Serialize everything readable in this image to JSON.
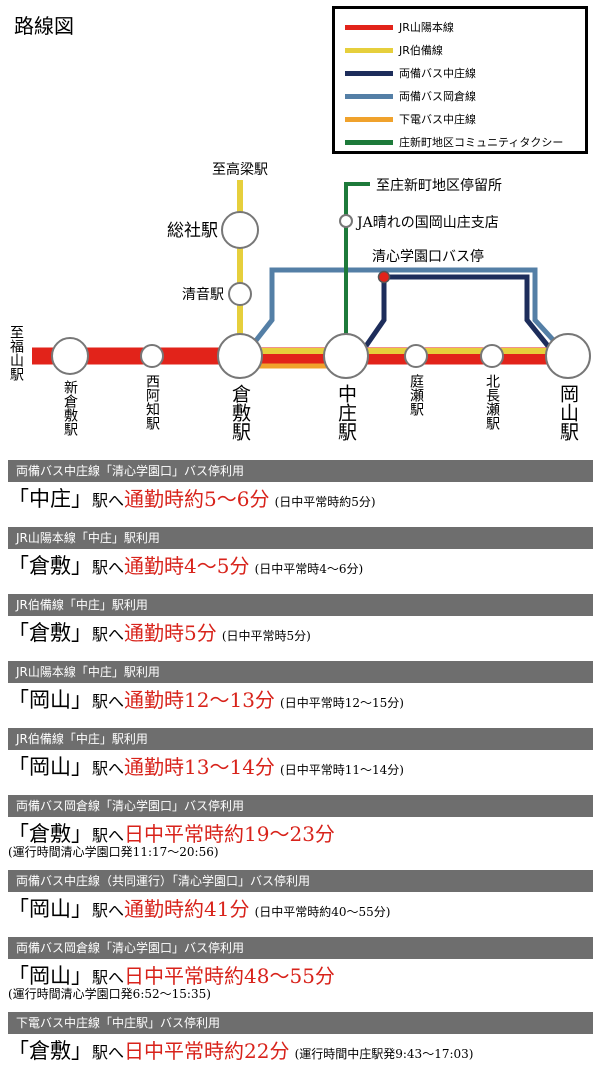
{
  "page_title": "路線図",
  "legend": [
    {
      "label": "JR山陽本線",
      "color": "#e2231a"
    },
    {
      "label": "JR伯備線",
      "color": "#e6cf3c"
    },
    {
      "label": "両備バス中庄線",
      "color": "#1d2d5b"
    },
    {
      "label": "両備バス岡倉線",
      "color": "#547fa6"
    },
    {
      "label": "下電バス中庄線",
      "color": "#f0a22c"
    },
    {
      "label": "庄新町地区コミュニティタクシー",
      "color": "#1d7a3a"
    }
  ],
  "map": {
    "edge_left": "至福山駅",
    "dir_takahashi": "至高梁駅",
    "dir_community": "至庄新町地区停留所",
    "ja_stop": "JA晴れの国岡山庄支店",
    "seishin_stop": "清心学園口バス停",
    "stations": {
      "shinkurashiki": "新倉敷駅",
      "nishiachi": "西阿知駅",
      "kurashiki": "倉敷駅",
      "nakasho": "中庄駅",
      "niwase": "庭瀬駅",
      "kitanagase": "北長瀬駅",
      "okayama": "岡山駅",
      "soja": "総社駅",
      "kiyone": "清音駅"
    }
  },
  "routes": [
    {
      "header": "両備バス中庄線「清心学園口」バス停利用",
      "station": "「中庄」",
      "to": "駅へ",
      "time": "通勤時約5〜6分",
      "note": "(日中平常時約5分)",
      "sub": ""
    },
    {
      "header": "JR山陽本線「中庄」駅利用",
      "station": "「倉敷」",
      "to": "駅へ",
      "time": "通勤時4〜5分",
      "note": "(日中平常時4〜6分)",
      "sub": ""
    },
    {
      "header": "JR伯備線「中庄」駅利用",
      "station": "「倉敷」",
      "to": "駅へ",
      "time": "通勤時5分",
      "note": "(日中平常時5分)",
      "sub": ""
    },
    {
      "header": "JR山陽本線「中庄」駅利用",
      "station": "「岡山」",
      "to": "駅へ",
      "time": "通勤時12〜13分",
      "note": "(日中平常時12〜15分)",
      "sub": ""
    },
    {
      "header": "JR伯備線「中庄」駅利用",
      "station": "「岡山」",
      "to": "駅へ",
      "time": "通勤時13〜14分",
      "note": "(日中平常時11〜14分)",
      "sub": ""
    },
    {
      "header": "両備バス岡倉線「清心学園口」バス停利用",
      "station": "「倉敷」",
      "to": "駅へ",
      "time": "日中平常時約19〜23分",
      "note": "",
      "sub": "(運行時間清心学園口発11:17〜20:56)"
    },
    {
      "header": "両備バス中庄線（共同運行）「清心学園口」バス停利用",
      "station": "「岡山」",
      "to": "駅へ",
      "time": "通勤時約41分",
      "note": "(日中平常時約40〜55分)",
      "sub": ""
    },
    {
      "header": "両備バス岡倉線「清心学園口」バス停利用",
      "station": "「岡山」",
      "to": "駅へ",
      "time": "日中平常時約48〜55分",
      "note": "",
      "sub": "(運行時間清心学園口発6:52〜15:35)"
    },
    {
      "header": "下電バス中庄線「中庄駅」バス停利用",
      "station": "「倉敷」",
      "to": "駅へ",
      "time": "日中平常時約22分",
      "note": "(運行時間中庄駅発9:43〜17:03)",
      "sub": ""
    }
  ]
}
